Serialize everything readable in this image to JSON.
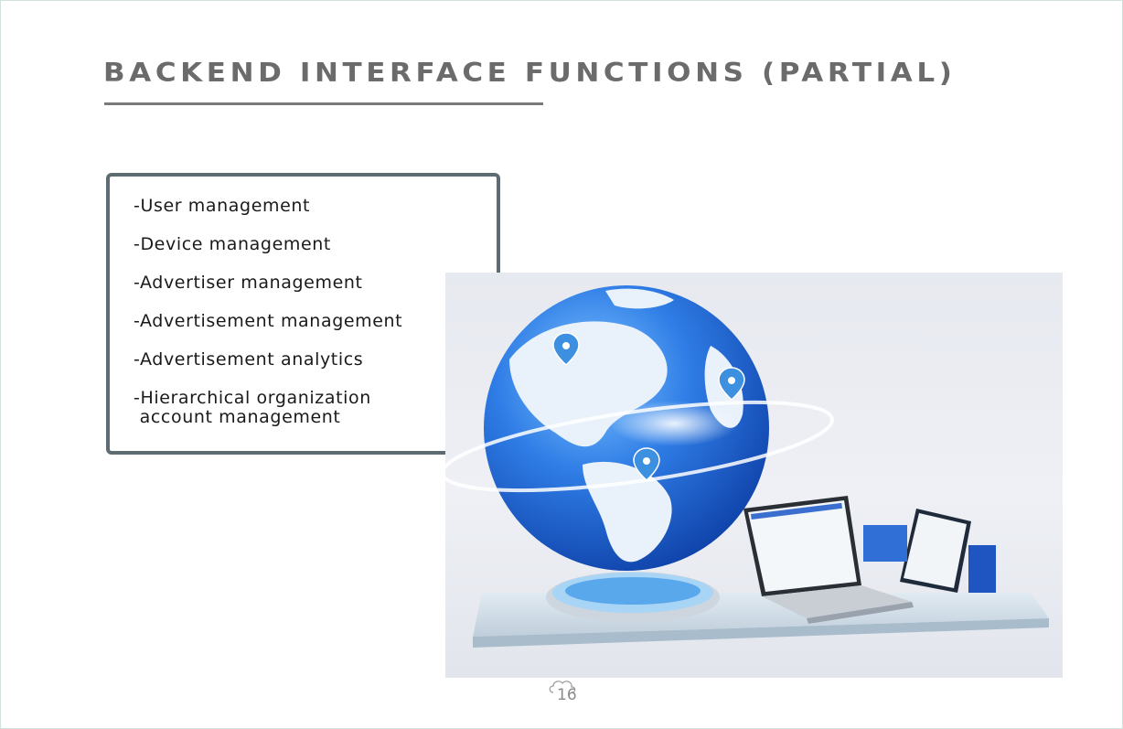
{
  "slide": {
    "title": "BACKEND INTERFACE FUNCTIONS (PARTIAL)",
    "page_number": "16"
  },
  "features": {
    "items": [
      "-User management",
      "-Device management",
      "-Advertiser management",
      "-Advertisement management",
      "-Advertisement analytics",
      "-Hierarchical organization\n account management"
    ]
  },
  "hero": {
    "icon": "globe-with-laptops-illustration",
    "accent_color": "#1f5fd6",
    "background_color": "#e9ebf1"
  }
}
